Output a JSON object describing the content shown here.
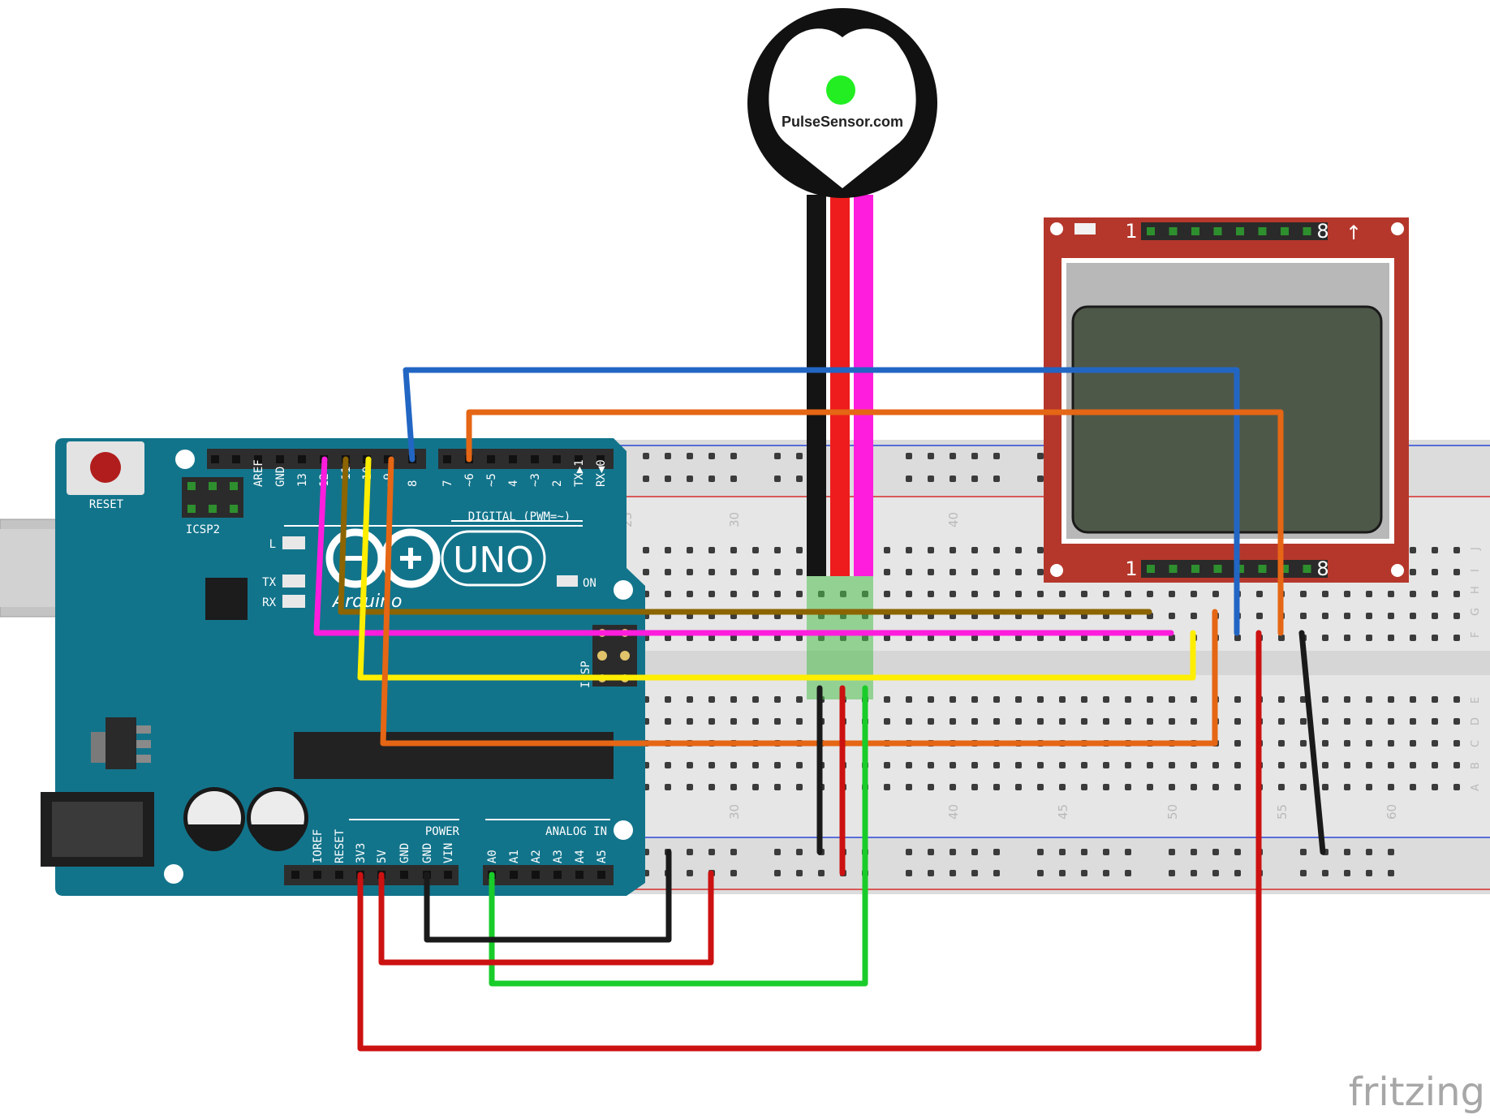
{
  "pulse_sensor": {
    "label": "PulseSensor.com"
  },
  "arduino": {
    "reset_label": "RESET",
    "icsp2_label": "ICSP2",
    "icsp_label": "ICSP",
    "led_l": "L",
    "led_tx": "TX",
    "led_rx": "RX",
    "on_label": "ON",
    "uno_label": "UNO",
    "brand": "Arduino",
    "digital_label": "DIGITAL (PWM=~)",
    "power_label": "POWER",
    "analog_label": "ANALOG IN",
    "top_pins_left": [
      "AREF",
      "GND",
      "13",
      "12",
      "~11",
      "~10",
      "~9",
      "8"
    ],
    "top_pins_right": [
      "7",
      "~6",
      "~5",
      "4",
      "~3",
      "2",
      "TX▶1",
      "RX◀0"
    ],
    "power_pins": [
      "IOREF",
      "RESET",
      "3V3",
      "5V",
      "GND",
      "GND",
      "VIN"
    ],
    "analog_pins": [
      "A0",
      "A1",
      "A2",
      "A3",
      "A4",
      "A5"
    ]
  },
  "lcd": {
    "pin_first": "1",
    "pin_last": "8",
    "arrow": "↑"
  },
  "breadboard": {
    "column_numbers": [
      "25",
      "30",
      "40",
      "45",
      "50",
      "55",
      "60"
    ],
    "rows_top": [
      "J",
      "I",
      "H",
      "G",
      "F"
    ],
    "rows_bottom": [
      "E",
      "D",
      "C",
      "B",
      "A"
    ]
  },
  "colors": {
    "arduino_board": "#12748b",
    "breadboard": "#e6e6e6",
    "lcd_board": "#b5372b",
    "lcd_screen": "#4e5849",
    "wire_blue": "#2266c4",
    "wire_orange": "#e56614",
    "wire_magenta": "#ff1ddd",
    "wire_yellow": "#ffee00",
    "wire_brown": "#8c6400",
    "wire_red": "#cc1111",
    "wire_black": "#1a1a1a",
    "wire_green": "#19cc2a"
  },
  "watermark": "fritzing"
}
